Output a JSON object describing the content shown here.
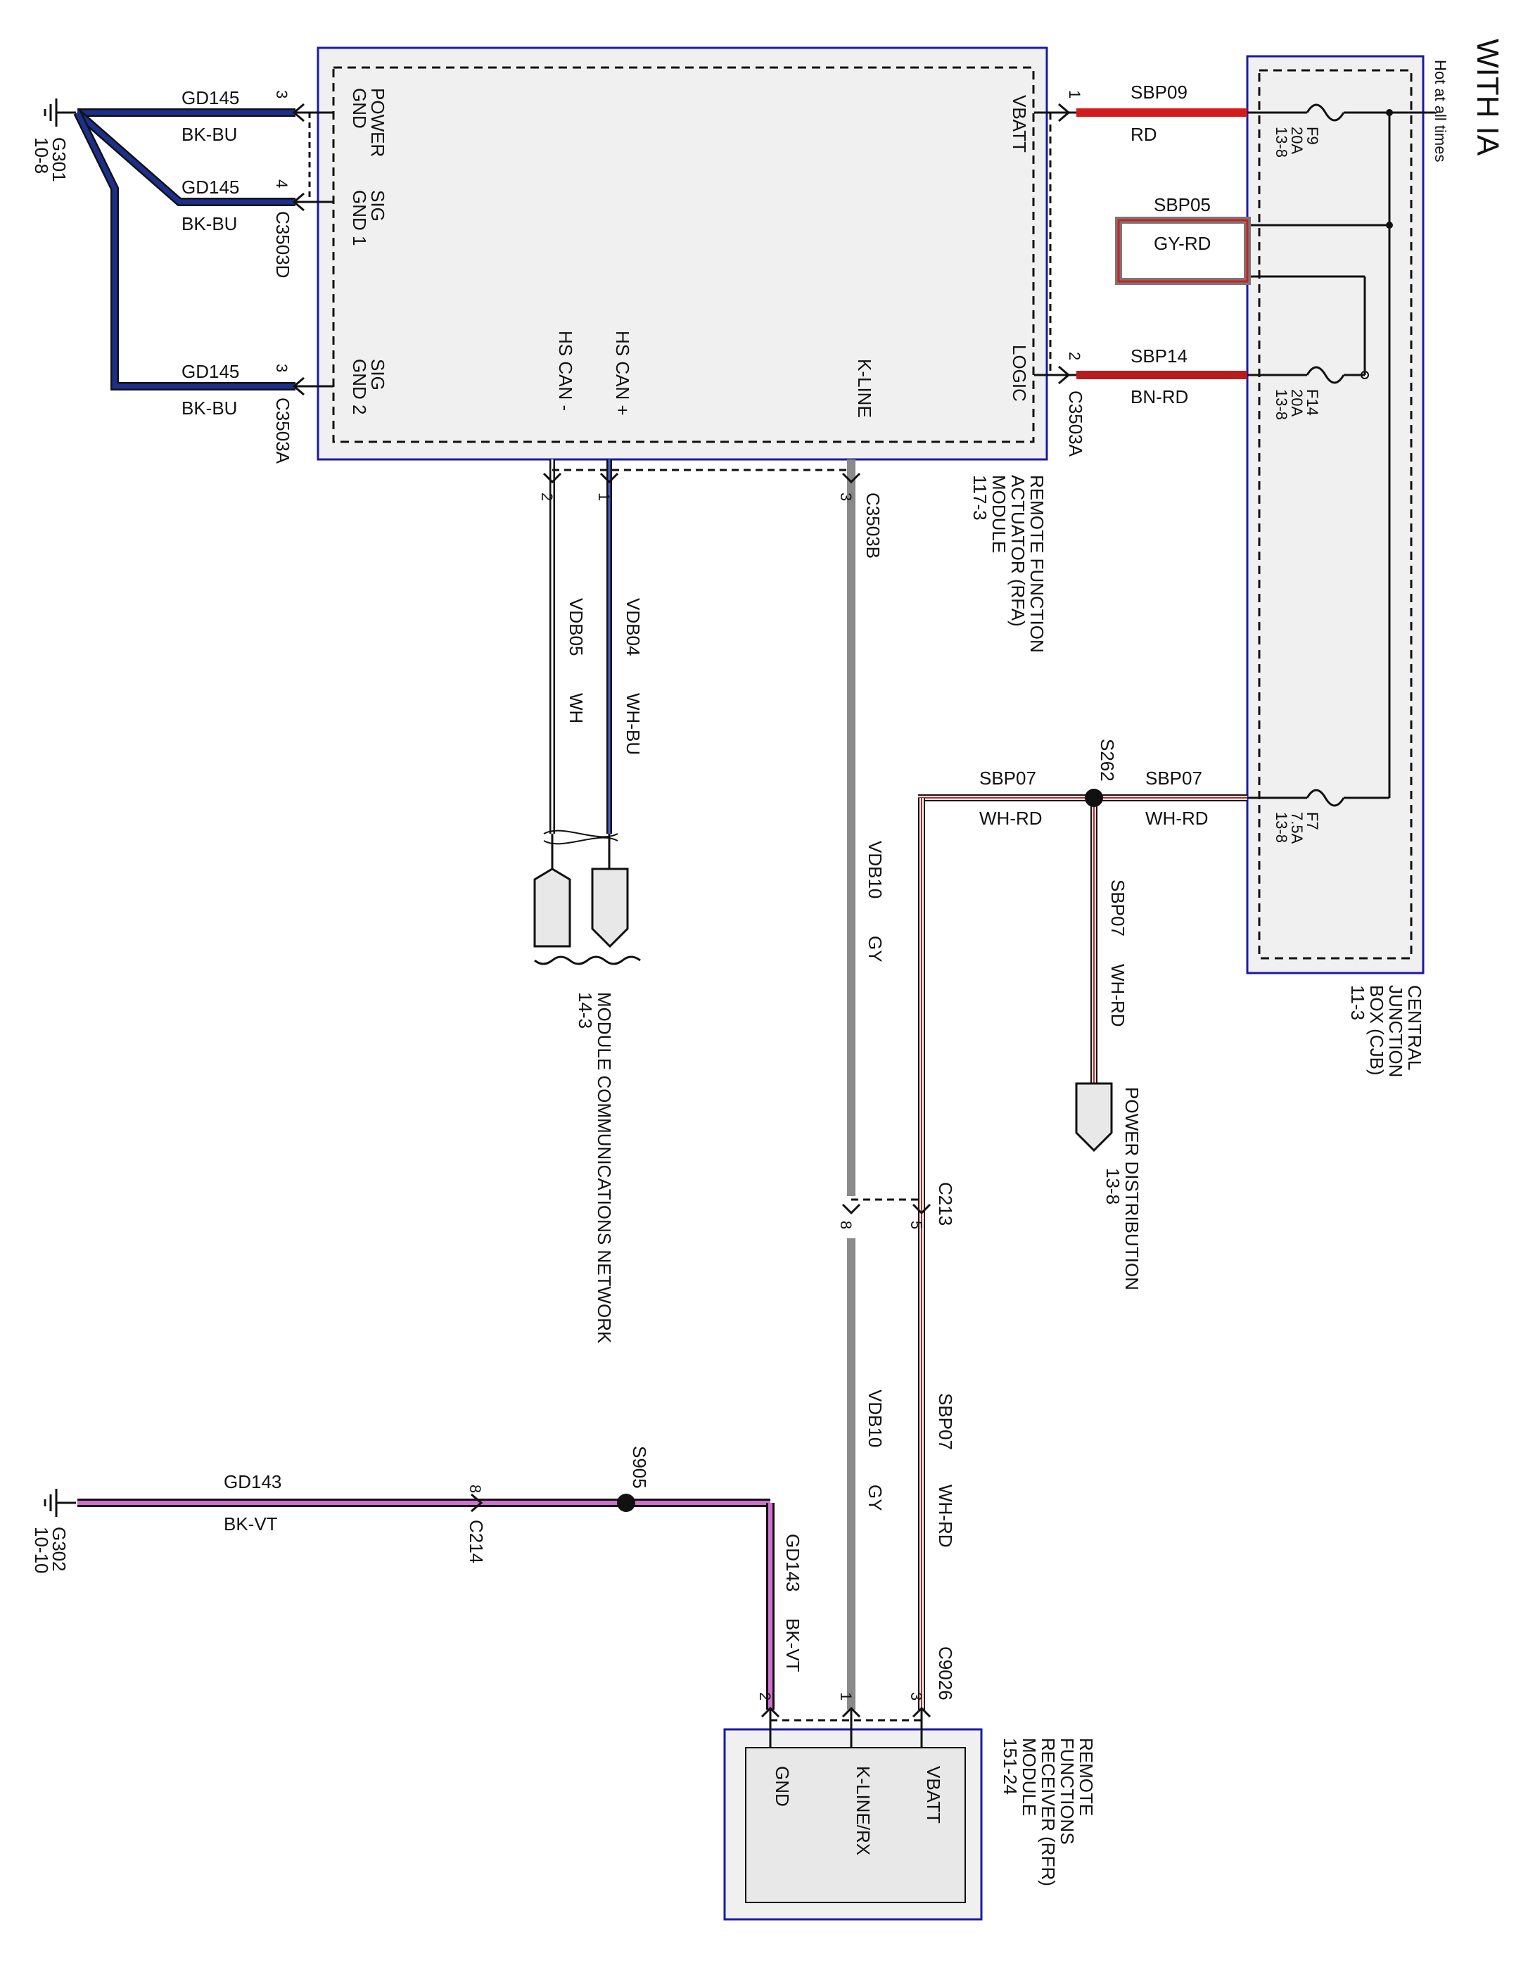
{
  "header": {
    "title": "WITH IA",
    "subtitle": "Hot at all times"
  },
  "cjb": {
    "name": [
      "CENTRAL",
      "JUNCTION",
      "BOX (CJB)",
      "11-3"
    ]
  },
  "fuses": {
    "f9": [
      "F9",
      "20A",
      "13-8"
    ],
    "f14": [
      "F14",
      "20A",
      "13-8"
    ],
    "f7": [
      "F7",
      "7.5A",
      "13-8"
    ]
  },
  "rfa": {
    "name": [
      "REMOTE FUNCTION",
      "ACTUATOR (RFA)",
      "MODULE",
      "117-3"
    ],
    "pins": {
      "power_gnd": [
        "POWER",
        "GND"
      ],
      "sig_gnd1": [
        "SIG",
        "GND 1"
      ],
      "sig_gnd2": [
        "SIG",
        "GND 2"
      ],
      "vbatt": "VBATT",
      "logic": "LOGIC",
      "hs_can_minus": "HS CAN -",
      "hs_can_plus": "HS CAN +",
      "k_line": "K-LINE"
    }
  },
  "rfr": {
    "name": [
      "REMOTE",
      "FUNCTIONS",
      "RECEIVER (RFR)",
      "MODULE",
      "151-24"
    ],
    "pins": {
      "vbatt": "VBATT",
      "k_line": "K-LINE/RX",
      "gnd": "GND"
    }
  },
  "connectors": {
    "c3503d": "C3503D",
    "c3503a_gnd": "C3503A",
    "c3503a_pwr": "C3503A",
    "c3503b": "C3503B",
    "c213": "C213",
    "c214": "C214",
    "c9026": "C9026"
  },
  "pins": {
    "p_gnd_power": "3",
    "p_gnd_sig1": "4",
    "p_gnd_sig2": "3",
    "p_vbatt": "1",
    "p_logic": "2",
    "p_can_minus": "2",
    "p_can_plus": "1",
    "p_kline": "3",
    "p_c213_8": "8",
    "p_c213_5": "5",
    "p_c214": "8",
    "p_rfr_gnd": "2",
    "p_rfr_kline": "1",
    "p_rfr_vbatt": "3"
  },
  "circuits": {
    "gd145_a": "GD145",
    "bkbu_a": "BK-BU",
    "gd145_b": "GD145",
    "bkbu_b": "BK-BU",
    "gd145_c": "GD145",
    "bkbu_c": "BK-BU",
    "sbp09": "SBP09",
    "rd": "RD",
    "sbp05": "SBP05",
    "gyrd": "GY-RD",
    "sbp14": "SBP14",
    "bnrd": "BN-RD",
    "sbp07_a": "SBP07",
    "whrd_a": "WH-RD",
    "sbp07_b": "SBP07",
    "whrd_b": "WH-RD",
    "sbp07_c": "SBP07",
    "whrd_c": "WH-RD",
    "sbp07_d": "SBP07",
    "whrd_d": "WH-RD",
    "vdb05": "VDB05",
    "wh": "WH",
    "vdb04": "VDB04",
    "whbu": "WH-BU",
    "vdb10_a": "VDB10",
    "gy_a": "GY",
    "vdb10_b": "VDB10",
    "gy_b": "GY",
    "gd143_a": "GD143",
    "bkvt_a": "BK-VT",
    "gd143_b": "GD143",
    "bkvt_b": "BK-VT"
  },
  "splices": {
    "s262": "S262",
    "s905": "S905"
  },
  "grounds": {
    "g301": [
      "G301",
      "10-8"
    ],
    "g302": [
      "G302",
      "10-10"
    ]
  },
  "refs": {
    "network": [
      "MODULE COMMUNICATIONS NETWORK",
      "14-3"
    ],
    "power_dist": [
      "POWER DISTRIBUTION",
      "13-8"
    ]
  },
  "colors": {
    "module_border": "#1a1aa8",
    "module_fill": "#f0f0f0",
    "wire_blue": "#1c2f8c",
    "wire_red": "#d41c1c",
    "wire_gray": "#8a8a8a",
    "wire_violet": "#d070d0"
  }
}
